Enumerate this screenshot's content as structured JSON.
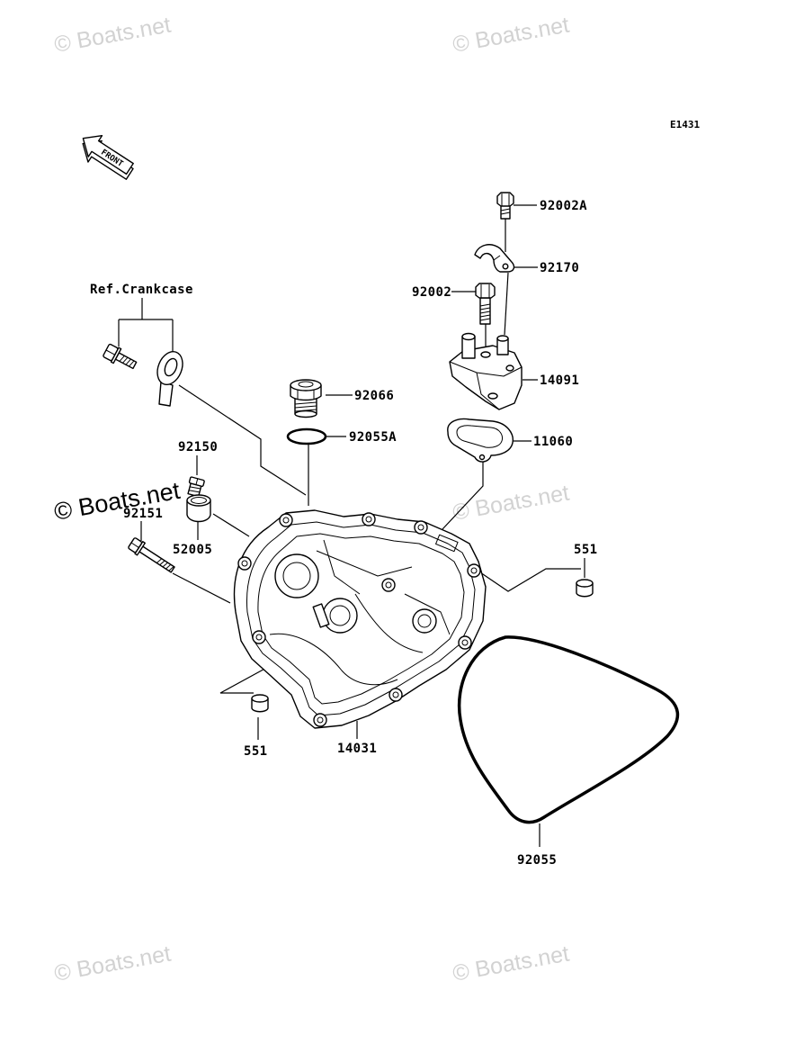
{
  "watermarks": [
    "© Boats.net",
    "© Boats.net",
    "© Boats.net",
    "© Boats.net",
    "© Boats.net",
    "© Boats.net"
  ],
  "diagram_code": "E1431",
  "front_label": "FRONT",
  "reference_label": "Ref.Crankcase",
  "callouts": [
    "92002A",
    "92170",
    "92002",
    "14091",
    "11060",
    "92066",
    "92055A",
    "92150",
    "92151",
    "52005",
    "551",
    "551",
    "14031",
    "92055"
  ],
  "colors": {
    "ink": "#000000",
    "watermark": "#d2d2d2",
    "background": "#ffffff"
  }
}
